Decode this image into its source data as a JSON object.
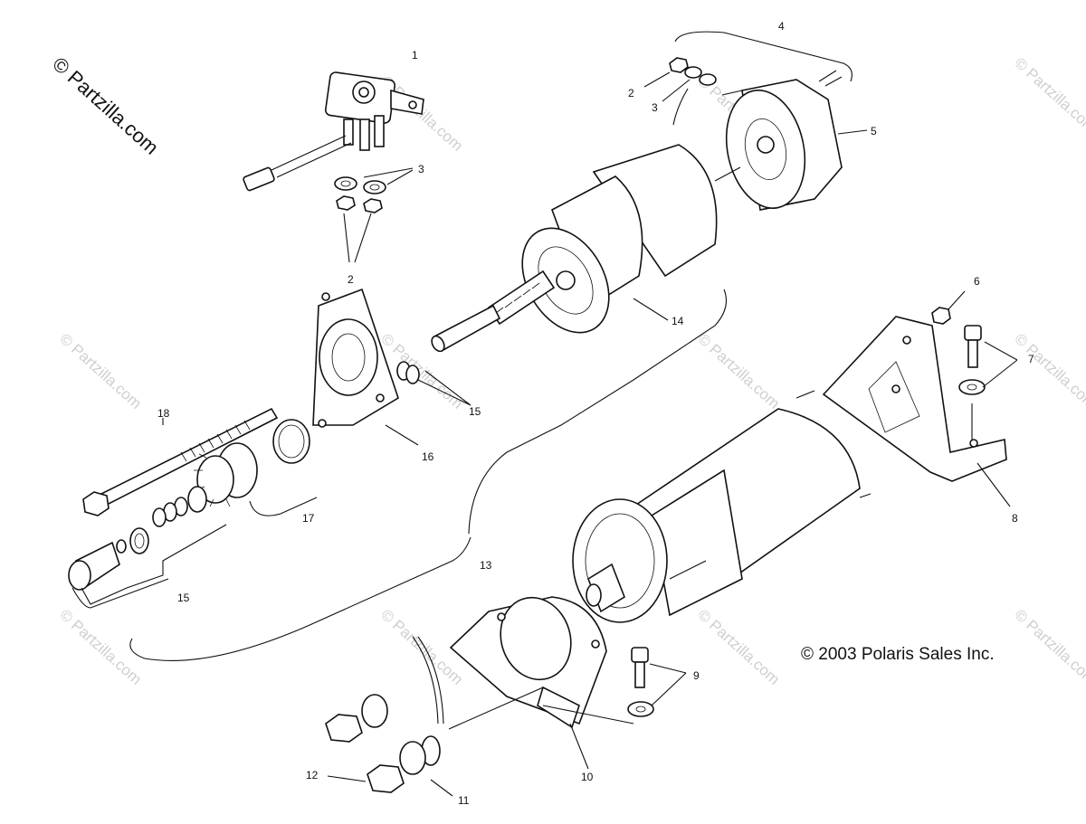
{
  "copyright_watermark": "© Partzilla.com",
  "faint_watermark": "© Partzilla.com",
  "copyright_notice": "© 2003 Polaris Sales Inc.",
  "callouts": {
    "c1": "1",
    "c2a": "2",
    "c2b": "2",
    "c3a": "3",
    "c3b": "3",
    "c4": "4",
    "c5": "5",
    "c6": "6",
    "c7": "7",
    "c8": "8",
    "c9": "9",
    "c10": "10",
    "c11": "11",
    "c12": "12",
    "c13": "13",
    "c14": "14",
    "c15a": "15",
    "c15b": "15",
    "c16": "16",
    "c17": "17",
    "c18": "18"
  }
}
